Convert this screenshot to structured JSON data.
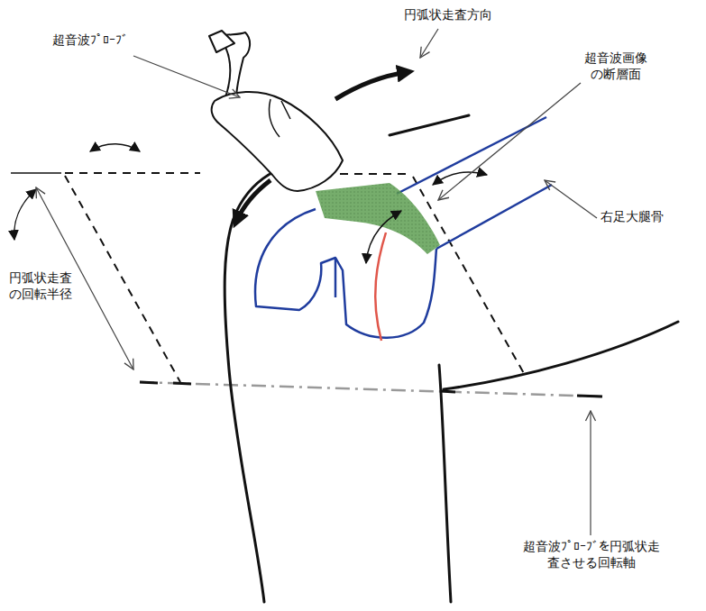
{
  "diagram": {
    "labels": [
      "超音波ﾌﾟﾛｰﾌﾞ",
      "円弧状走査方向",
      "超音波画像の断層面",
      "右足大腿骨",
      "円弧状走査の回転半径",
      "超音波ﾌﾟﾛｰﾌﾞを円弧状走査させる回転軸"
    ]
  }
}
